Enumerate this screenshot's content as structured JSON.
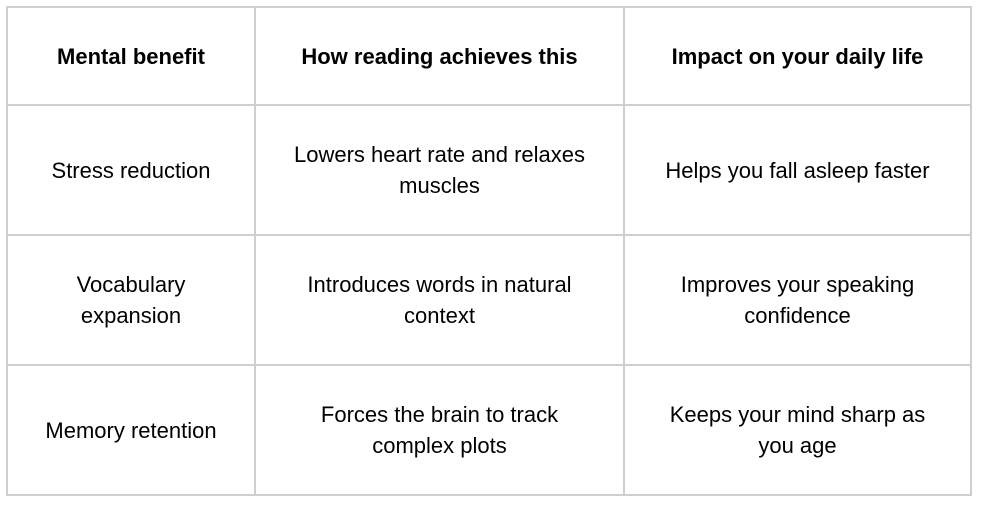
{
  "table": {
    "headers": [
      "Mental benefit",
      "How reading achieves this",
      "Impact on your daily life"
    ],
    "rows": [
      [
        "Stress reduction",
        "Lowers heart rate and relaxes muscles",
        "Helps you fall asleep faster"
      ],
      [
        "Vocabulary expansion",
        "Introduces words in natural context",
        "Improves your speaking confidence"
      ],
      [
        "Memory retention",
        "Forces the brain to track complex plots",
        "Keeps your mind sharp as you age"
      ]
    ]
  },
  "colors": {
    "border": "#cfcfcf",
    "text": "#000000",
    "background": "#ffffff"
  }
}
